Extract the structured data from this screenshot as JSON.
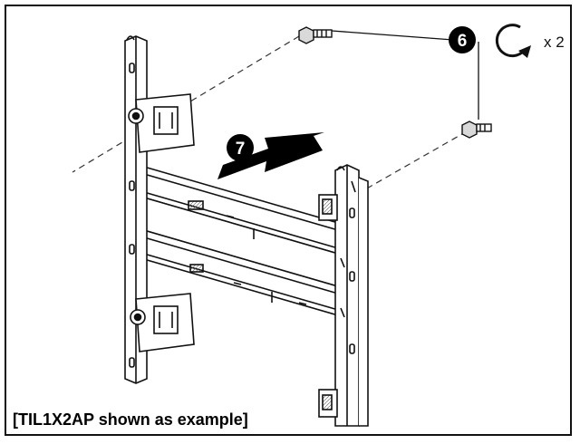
{
  "figure": {
    "caption": "[TIL1X2AP shown as example]",
    "steps": [
      {
        "number": "6",
        "note": "x 2"
      },
      {
        "number": "7"
      }
    ],
    "icons": [
      "rotate-clockwise-icon",
      "push-arrow-icon",
      "nut-icon"
    ],
    "colors": {
      "ink": "#111111",
      "background": "#ffffff",
      "badge": "#000000"
    }
  }
}
